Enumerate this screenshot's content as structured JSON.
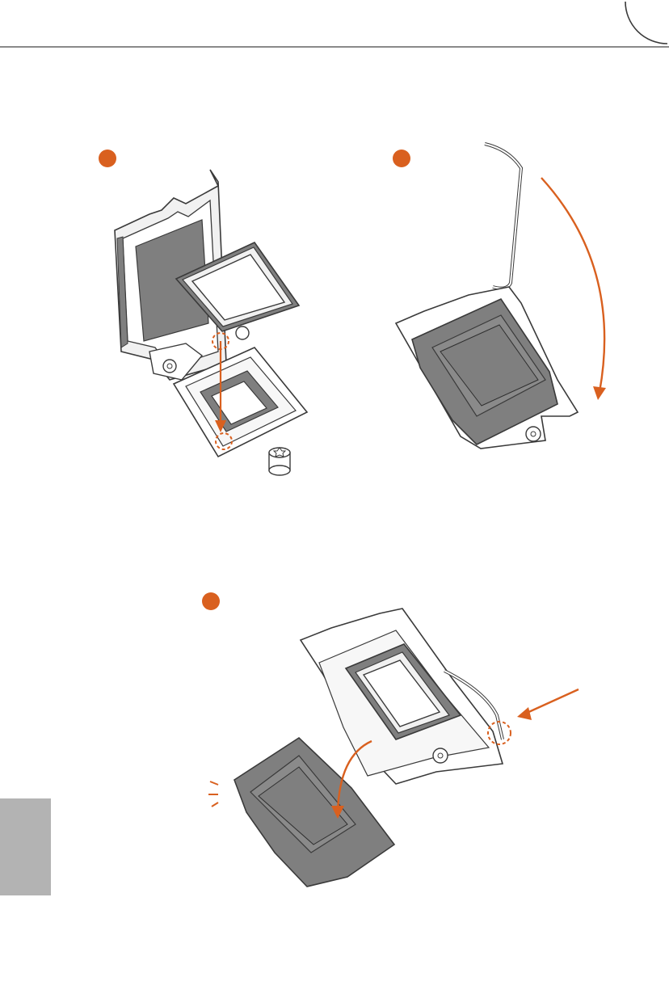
{
  "colors": {
    "accent": "#d9601f",
    "line": "#3a3a3a",
    "part_gray": "#7f7f7f",
    "part_light": "#f1f1f1",
    "header_rule": "#8a8a8a",
    "side_tab": "#b3b3b3"
  },
  "steps": [
    {
      "id": "1",
      "icon": "step-badge"
    },
    {
      "id": "2",
      "icon": "step-badge"
    },
    {
      "id": "3",
      "icon": "step-badge"
    }
  ],
  "icons": [
    "corner-arc",
    "alignment-marker-circle",
    "direction-arrow",
    "screw-icon",
    "click-sound-marks"
  ]
}
